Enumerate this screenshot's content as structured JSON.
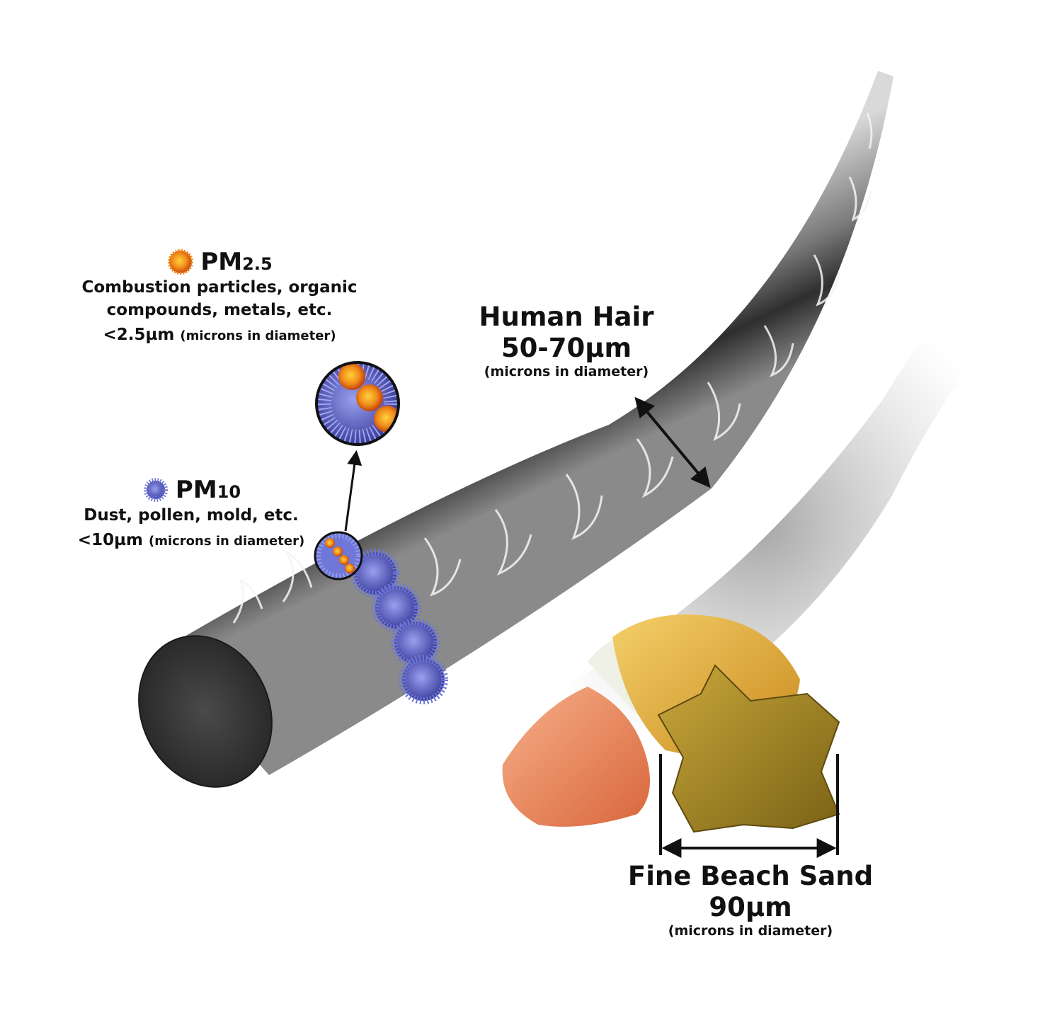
{
  "pm25": {
    "title": "PM",
    "subscript": "2.5",
    "description_line1": "Combustion particles, organic",
    "description_line2": "compounds, metals, etc.",
    "size": "<2.5µm",
    "size_note": "(microns in diameter)",
    "icon": "orange-particle-icon",
    "color": "#f08a1a"
  },
  "pm10": {
    "title": "PM",
    "subscript": "10",
    "description": "Dust, pollen, mold, etc.",
    "size": "<10µm",
    "size_note": "(microns in diameter)",
    "icon": "spiky-blue-particle-icon",
    "color": "#6f78d8"
  },
  "hair": {
    "title": "Human Hair",
    "size": "50-70µm",
    "size_note": "(microns in diameter)"
  },
  "sand": {
    "title": "Fine Beach Sand",
    "size": "90µm",
    "size_note": "(microns in diameter)"
  }
}
